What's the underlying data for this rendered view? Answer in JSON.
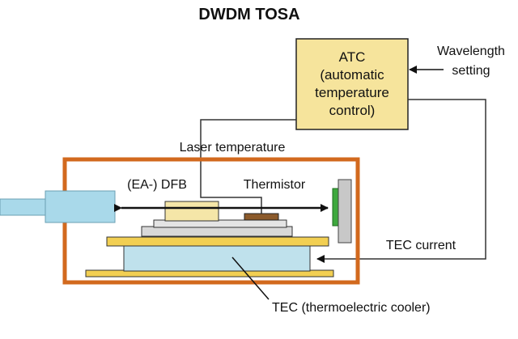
{
  "title": "DWDM TOSA",
  "atc": {
    "line1": "ATC",
    "line2": "(automatic",
    "line3": "temperature",
    "line4": "control)"
  },
  "wavelength_setting": {
    "line1": "Wavelength",
    "line2": "setting"
  },
  "laser_temperature": "Laser temperature",
  "dfb": "(EA-) DFB",
  "thermistor": "Thermistor",
  "tec_current": "TEC current",
  "tec": "TEC (thermoelectric cooler)",
  "colors": {
    "atc_fill": "#f6e49c",
    "package_border": "#d2691e",
    "fiber": "#a9d9ea",
    "tec_plate": "#f2cf52",
    "tec_body": "#bfe1ec",
    "dfb": "#f5e6a8",
    "substrate": "#d8d8d8",
    "thermistor": "#8b5a2b",
    "photodiode": "#3ea83e",
    "window": "#c8c8c8"
  }
}
